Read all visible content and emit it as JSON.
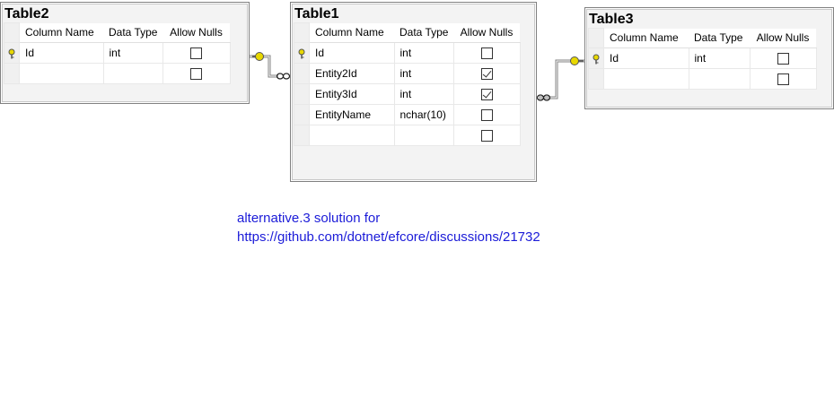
{
  "headers": {
    "column_name": "Column Name",
    "data_type": "Data Type",
    "allow_nulls": "Allow Nulls"
  },
  "tables": {
    "table2": {
      "title": "Table2",
      "rows": [
        {
          "name": "Id",
          "type": "int",
          "allow_nulls": false,
          "primary_key": true
        },
        {
          "name": "",
          "type": "",
          "allow_nulls": false,
          "primary_key": false
        }
      ]
    },
    "table1": {
      "title": "Table1",
      "rows": [
        {
          "name": "Id",
          "type": "int",
          "allow_nulls": false,
          "primary_key": true
        },
        {
          "name": "Entity2Id",
          "type": "int",
          "allow_nulls": true,
          "primary_key": false
        },
        {
          "name": "Entity3Id",
          "type": "int",
          "allow_nulls": true,
          "primary_key": false
        },
        {
          "name": "EntityName",
          "type": "nchar(10)",
          "allow_nulls": false,
          "primary_key": false
        },
        {
          "name": "",
          "type": "",
          "allow_nulls": false,
          "primary_key": false
        }
      ]
    },
    "table3": {
      "title": "Table3",
      "rows": [
        {
          "name": "Id",
          "type": "int",
          "allow_nulls": false,
          "primary_key": true
        },
        {
          "name": "",
          "type": "",
          "allow_nulls": false,
          "primary_key": false
        }
      ]
    }
  },
  "relationships": [
    {
      "from": "Table2",
      "to": "Table1",
      "one_end": "key-icon",
      "many_end": "infinity-icon"
    },
    {
      "from": "Table3",
      "to": "Table1",
      "one_end": "key-icon",
      "many_end": "infinity-icon"
    }
  ],
  "note": {
    "line1": "alternative.3 solution for",
    "line2": "https://github.com/dotnet/efcore/discussions/21732"
  },
  "colors": {
    "note_text": "#1b1bd8",
    "key": "#e8d800",
    "connector": "#808080"
  }
}
